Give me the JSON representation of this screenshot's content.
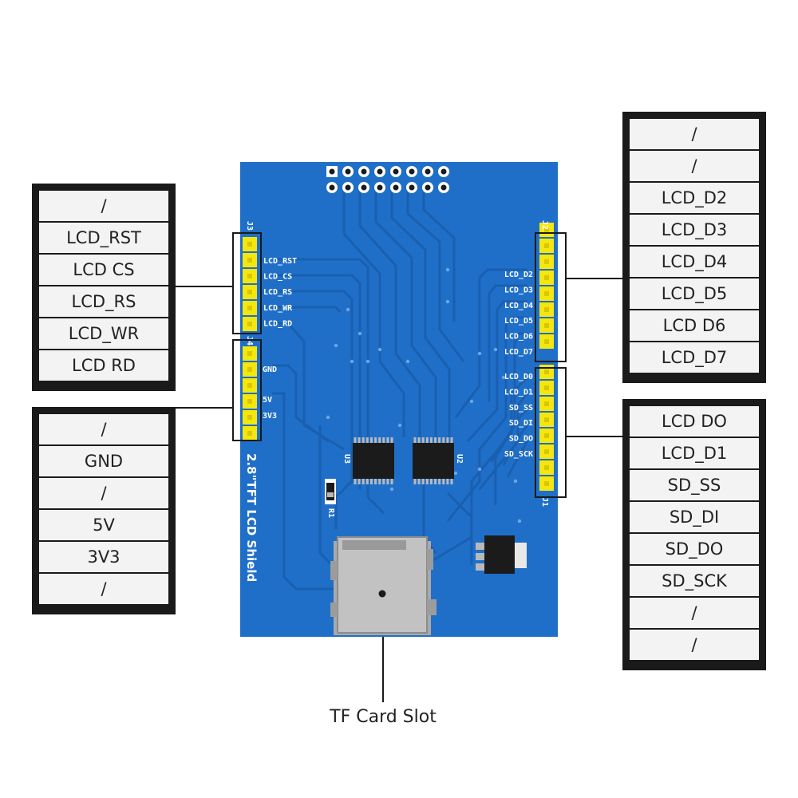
{
  "left_top_table": [
    "/",
    "LCD_RST",
    "LCD CS",
    "LCD_RS",
    "LCD_WR",
    "LCD RD"
  ],
  "left_bottom_table": [
    "/",
    "GND",
    "/",
    "5V",
    "3V3",
    "/"
  ],
  "right_top_table": [
    "/",
    "/",
    "LCD_D2",
    "LCD_D3",
    "LCD_D4",
    "LCD_D5",
    "LCD D6",
    "LCD_D7"
  ],
  "right_bottom_table": [
    "LCD DO",
    "LCD_D1",
    "SD_SS",
    "SD_DI",
    "SD_DO",
    "SD_SCK",
    "/",
    "/"
  ],
  "board": {
    "title": "2.8\"TFT LCD Shield",
    "left_header_labels": [
      "LCD_RST",
      "LCD_CS",
      "LCD_RS",
      "LCD_WR",
      "LCD_RD"
    ],
    "power_labels": [
      "GND",
      "5V",
      "3V3"
    ],
    "right_top_labels": [
      "LCD_D2",
      "LCD_D3",
      "LCD_D4",
      "LCD_D5",
      "LCD_D6",
      "LCD_D7"
    ],
    "right_bottom_labels": [
      "LCD_D0",
      "LCD_D1",
      "SD_SS",
      "SD_DI",
      "SD_DO",
      "SD_SCK"
    ],
    "designators": {
      "j3": "J3",
      "j4": "J4",
      "j2": "J2",
      "j1": "J1",
      "u3": "U3",
      "u2": "U2",
      "r1": "R1"
    },
    "colors": {
      "pcb": "#1f6fc9",
      "trace": "#1a5fb0",
      "pin": "#f5e60f",
      "metal": "#b9b9b9"
    }
  },
  "callout": {
    "label": "TF Card Slot"
  }
}
